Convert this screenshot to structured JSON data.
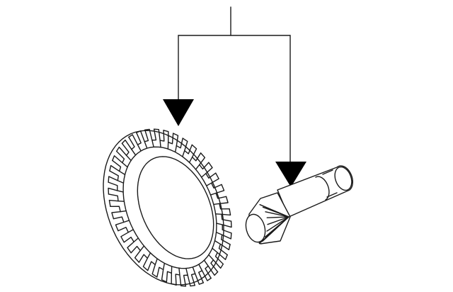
{
  "diagram": {
    "parts": [
      {
        "name": "ring-gear",
        "teeth": 40
      },
      {
        "name": "pinion-gear",
        "teeth": 9
      }
    ],
    "colors": {
      "line": "#1a1a1a",
      "arrow": "#000000",
      "background": "#ffffff"
    }
  }
}
